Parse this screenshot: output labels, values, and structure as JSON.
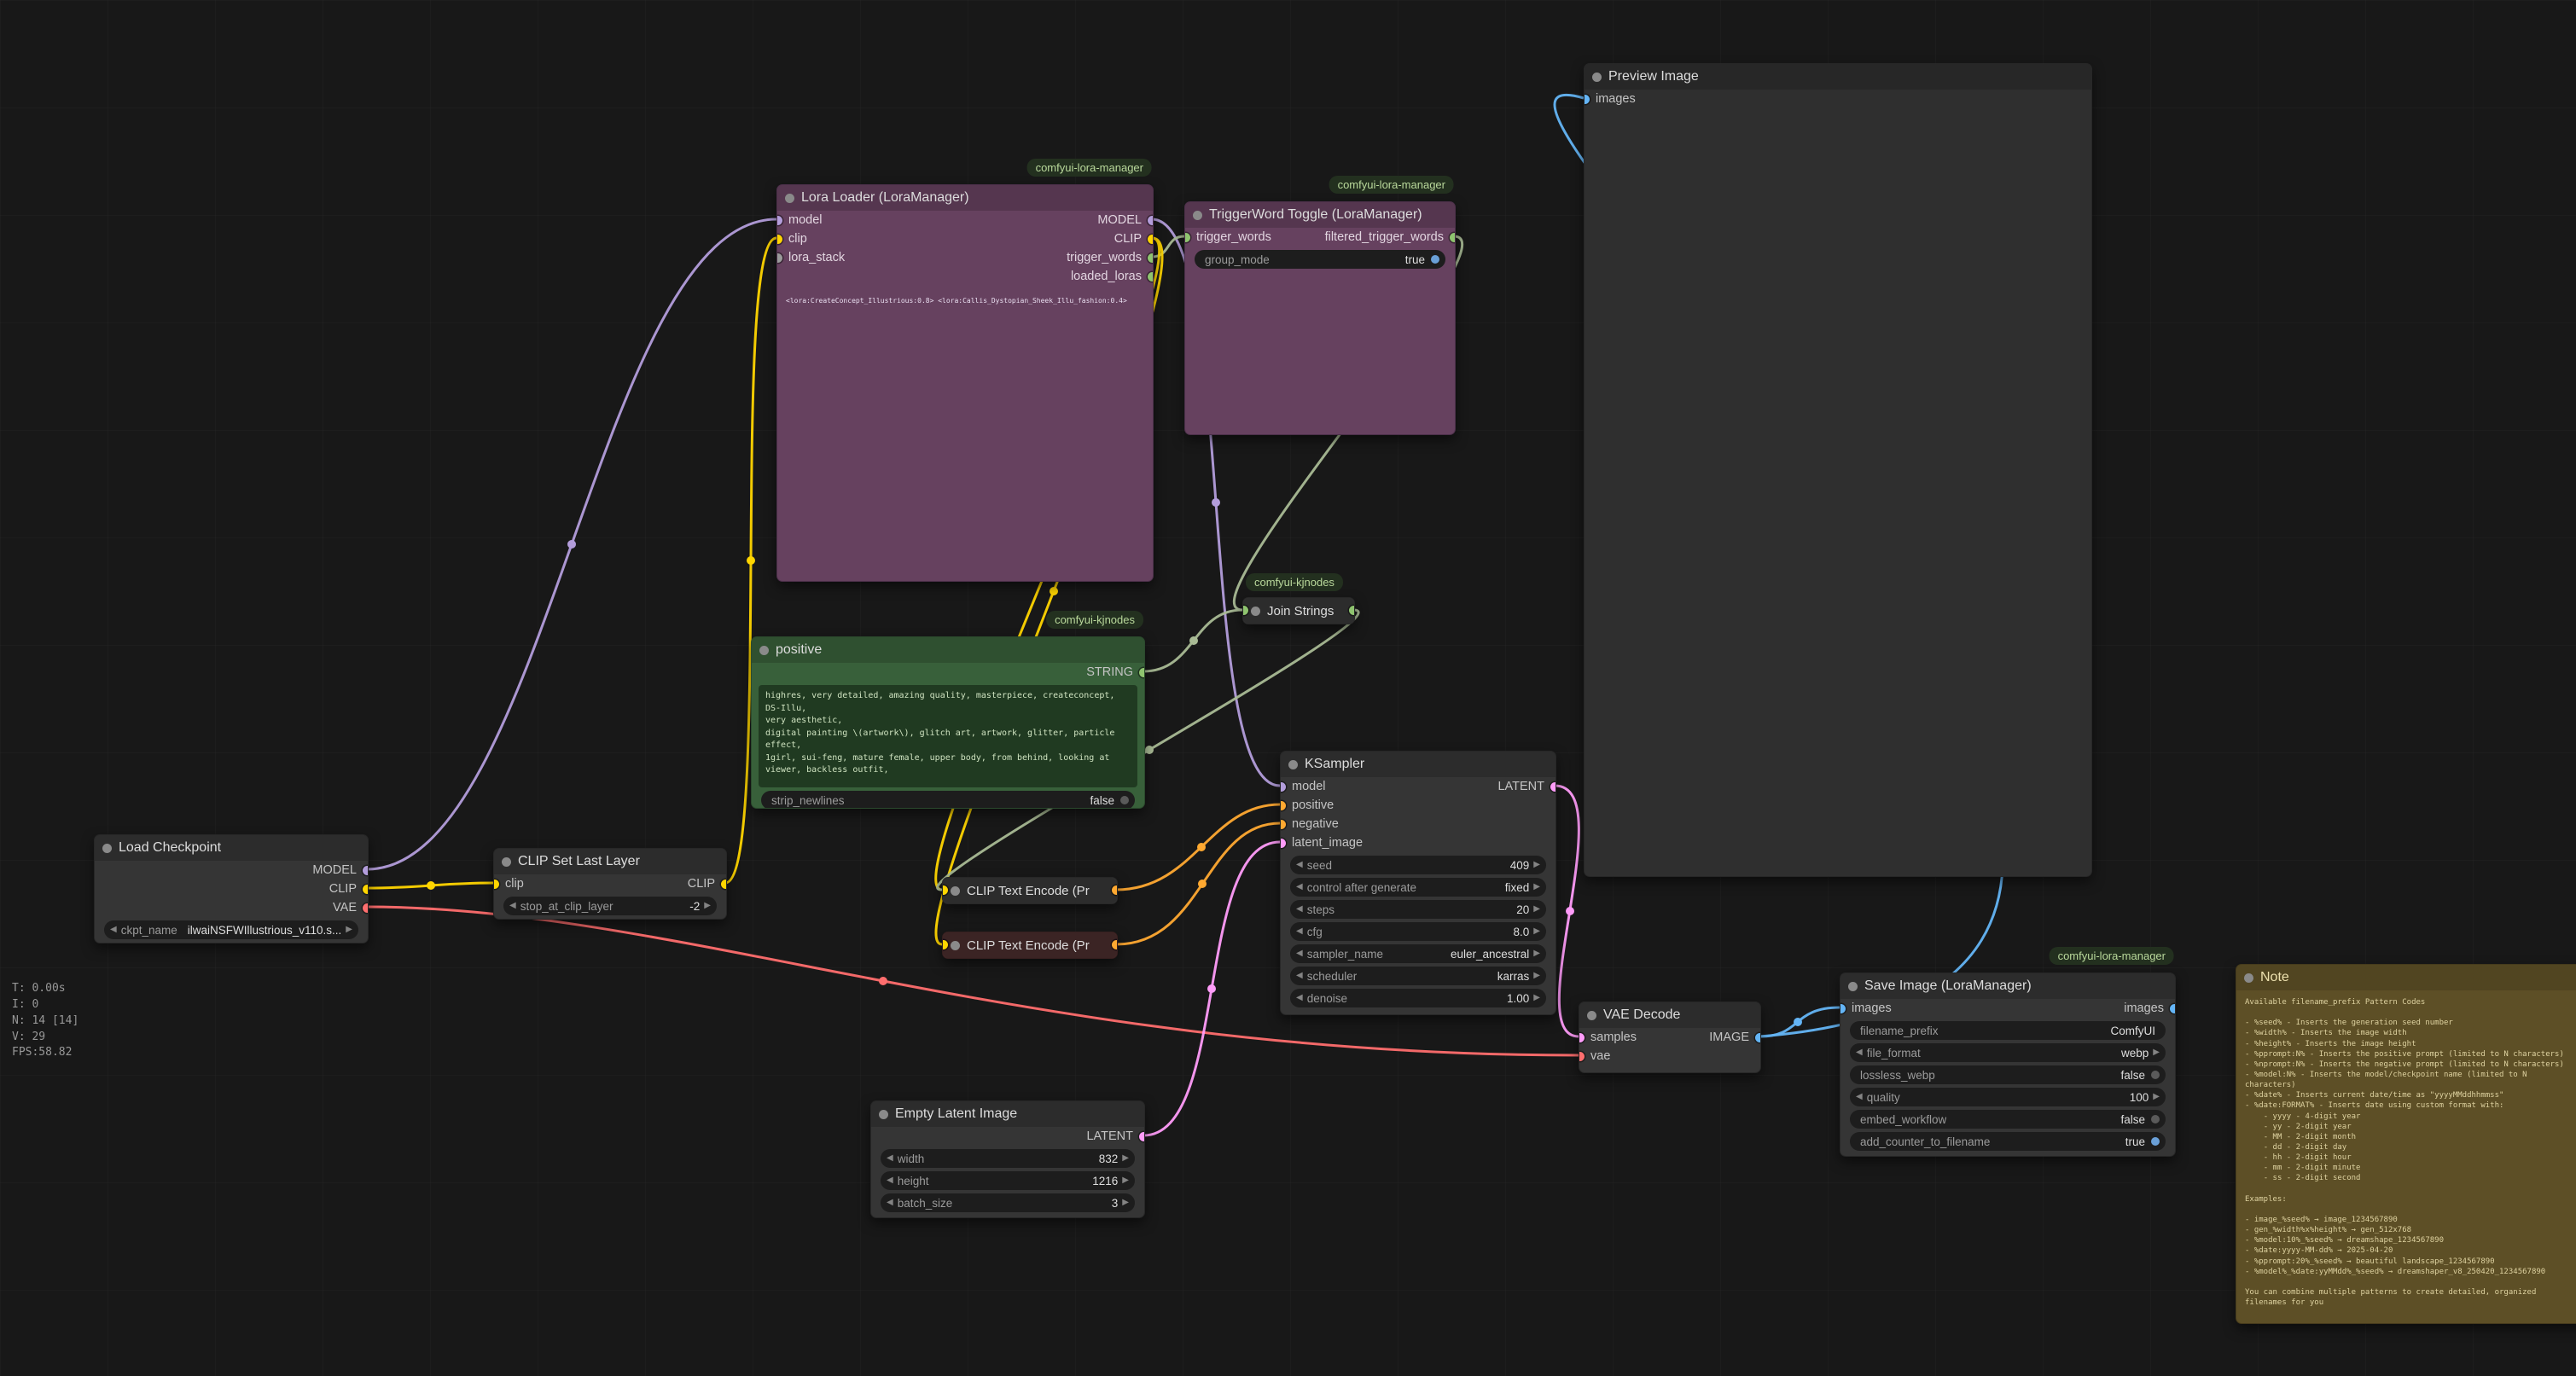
{
  "canvas": {
    "background": "#181818",
    "stats": [
      "T: 0.00s",
      "I: 0",
      "N: 14 [14]",
      "V: 29",
      "FPS:58.82"
    ]
  },
  "icons": {
    "arrow_left": "◀",
    "arrow_right": "▶"
  },
  "port_colors": {
    "model": "#b39ddb",
    "clip": "#ffd500",
    "vae": "#ff6e6e",
    "conditioning": "#ffa931",
    "latent": "#ff9cf9",
    "image": "#64b5f6",
    "string": "#8fc46f",
    "generic": "#9a9a9a"
  },
  "badges": {
    "lora_manager": "comfyui-lora-manager",
    "kjnodes": "comfyui-kjnodes"
  },
  "nodes": {
    "load_checkpoint": {
      "title": "Load Checkpoint",
      "outputs": [
        "MODEL",
        "CLIP",
        "VAE"
      ],
      "widgets": [
        {
          "name": "ckpt_name",
          "value": "ilwaiNSFWIllustrious_v110.s..."
        }
      ]
    },
    "clip_set_last_layer": {
      "title": "CLIP Set Last Layer",
      "inputs": [
        "clip"
      ],
      "outputs": [
        "CLIP"
      ],
      "widgets": [
        {
          "name": "stop_at_clip_layer",
          "value": "-2"
        }
      ]
    },
    "lora_loader": {
      "badge": "comfyui-lora-manager",
      "title": "Lora Loader (LoraManager)",
      "inputs": [
        "model",
        "clip",
        "lora_stack"
      ],
      "outputs": [
        "MODEL",
        "CLIP",
        "trigger_words",
        "loaded_loras"
      ],
      "text": "<lora:CreateConcept_Illustrious:0.8> <lora:Callis_Dystopian_Sheek_Illu_fashion:0.4>"
    },
    "triggerword_toggle": {
      "badge": "comfyui-lora-manager",
      "title": "TriggerWord Toggle (LoraManager)",
      "inputs": [
        "trigger_words"
      ],
      "outputs": [
        "filtered_trigger_words"
      ],
      "widgets": [
        {
          "name": "group_mode",
          "value": "true"
        }
      ]
    },
    "positive_prompt": {
      "badge": "comfyui-kjnodes",
      "title": "positive",
      "outputs": [
        "STRING"
      ],
      "text": "highres, very detailed, amazing quality, masterpiece, createconcept, DS-Illu,\nvery aesthetic,\ndigital painting \\(artwork\\), glitch art, artwork, glitter, particle effect,\n1girl, sui-feng, mature female, upper body, from behind, looking at viewer, backless outfit,",
      "widgets": [
        {
          "name": "strip_newlines",
          "value": "false"
        }
      ]
    },
    "join_strings": {
      "badge": "comfyui-kjnodes",
      "title": "Join Strings"
    },
    "clip_text_encode_positive": {
      "title": "CLIP Text Encode (Pr"
    },
    "clip_text_encode_negative": {
      "title": "CLIP Text Encode (Pr"
    },
    "ksampler": {
      "title": "KSampler",
      "inputs": [
        "model",
        "positive",
        "negative",
        "latent_image"
      ],
      "outputs": [
        "LATENT"
      ],
      "widgets": [
        {
          "name": "seed",
          "value": "409"
        },
        {
          "name": "control after generate",
          "value": "fixed"
        },
        {
          "name": "steps",
          "value": "20"
        },
        {
          "name": "cfg",
          "value": "8.0"
        },
        {
          "name": "sampler_name",
          "value": "euler_ancestral"
        },
        {
          "name": "scheduler",
          "value": "karras"
        },
        {
          "name": "denoise",
          "value": "1.00"
        }
      ]
    },
    "empty_latent_image": {
      "title": "Empty Latent Image",
      "outputs": [
        "LATENT"
      ],
      "widgets": [
        {
          "name": "width",
          "value": "832"
        },
        {
          "name": "height",
          "value": "1216"
        },
        {
          "name": "batch_size",
          "value": "3"
        }
      ]
    },
    "vae_decode": {
      "title": "VAE Decode",
      "inputs": [
        "samples",
        "vae"
      ],
      "outputs": [
        "IMAGE"
      ]
    },
    "save_image": {
      "badge": "comfyui-lora-manager",
      "title": "Save Image (LoraManager)",
      "inputs": [
        "images"
      ],
      "outputs": [
        "images"
      ],
      "widgets": [
        {
          "name": "filename_prefix",
          "value": "ComfyUI"
        },
        {
          "name": "file_format",
          "value": "webp"
        },
        {
          "name": "lossless_webp",
          "value": "false"
        },
        {
          "name": "quality",
          "value": "100"
        },
        {
          "name": "embed_workflow",
          "value": "false"
        },
        {
          "name": "add_counter_to_filename",
          "value": "true"
        }
      ]
    },
    "preview_image": {
      "title": "Preview Image",
      "inputs": [
        "images"
      ]
    },
    "note": {
      "title": "Note",
      "text": "Available filename_prefix Pattern Codes\n\n- %seed% - Inserts the generation seed number\n- %width% - Inserts the image width\n- %height% - Inserts the image height\n- %pprompt:N% - Inserts the positive prompt (limited to N characters)\n- %nprompt:N% - Inserts the negative prompt (limited to N characters)\n- %model:N% - Inserts the model/checkpoint name (limited to N characters)\n- %date% - Inserts current date/time as \"yyyyMMddhhmmss\"\n- %date:FORMAT% - Inserts date using custom format with:\n    - yyyy - 4-digit year\n    - yy - 2-digit year\n    - MM - 2-digit month\n    - dd - 2-digit day\n    - hh - 2-digit hour\n    - mm - 2-digit minute\n    - ss - 2-digit second\n\nExamples:\n\n- image_%seed% → image_1234567890\n- gen_%width%x%height% → gen_512x768\n- %model:10%_%seed% → dreamshape_1234567890\n- %date:yyyy-MM-dd% → 2025-04-20\n- %pprompt:20%_%seed% → beautiful landscape_1234567890\n- %model%_%date:yyMMdd%_%seed% → dreamshaper_v8_250420_1234567890\n\nYou can combine multiple patterns to create detailed, organized filenames for you"
    }
  }
}
